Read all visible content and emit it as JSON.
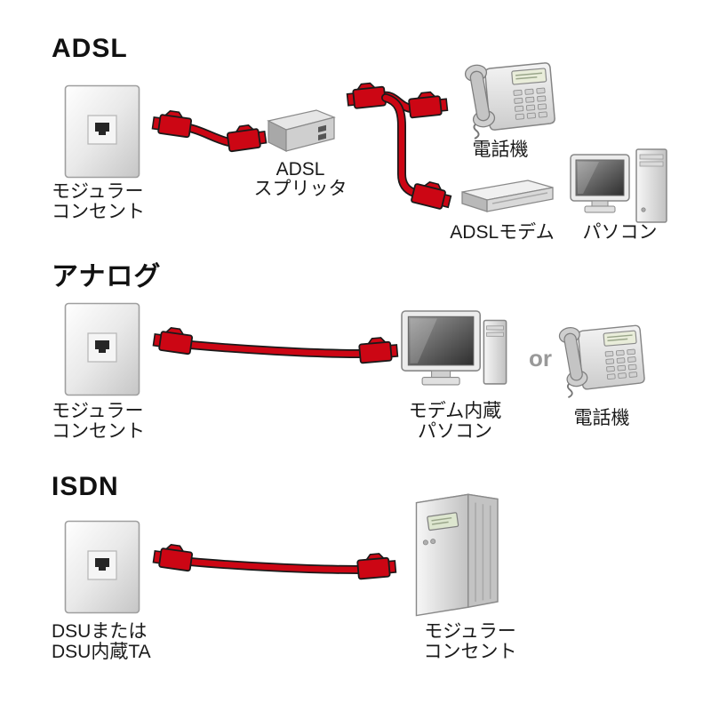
{
  "colors": {
    "cable_red": "#cc0614",
    "label_text": "#1a1a1a",
    "or_gray": "#999999",
    "background": "#ffffff"
  },
  "sections": [
    {
      "id": "adsl",
      "title": "ADSL",
      "labels": {
        "outlet_line1": "モジュラー",
        "outlet_line2": "コンセント",
        "splitter_line1": "ADSL",
        "splitter_line2": "スプリッタ",
        "phone": "電話機",
        "modem": "ADSLモデム",
        "pc": "パソコン"
      }
    },
    {
      "id": "analog",
      "title": "アナログ",
      "labels": {
        "outlet_line1": "モジュラー",
        "outlet_line2": "コンセント",
        "pc_line1": "モデム内蔵",
        "pc_line2": "パソコン",
        "or": "or",
        "phone": "電話機"
      }
    },
    {
      "id": "isdn",
      "title": "ISDN",
      "labels": {
        "outlet_line1": "DSUまたは",
        "outlet_line2": "DSU内蔵TA",
        "device_line1": "モジュラー",
        "device_line2": "コンセント"
      }
    }
  ]
}
